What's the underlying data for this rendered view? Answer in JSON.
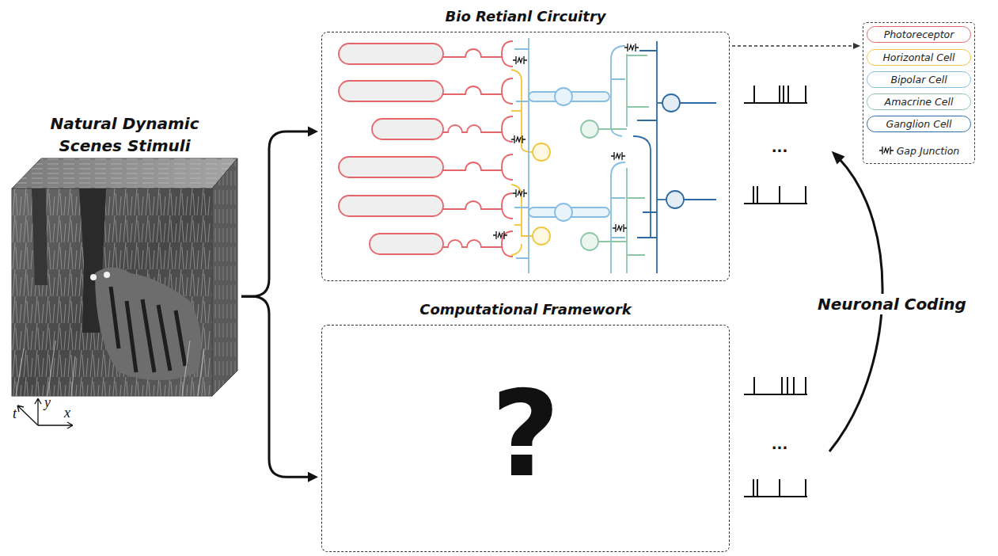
{
  "diagram": {
    "nodes": [
      {
        "text": [
          "Natural Dynamic Scenes Stimuli"
        ]
      },
      {
        "text": [
          "Bio Retianl Circuitry"
        ]
      },
      {
        "text": [
          "Computational Framework",
          "?"
        ]
      }
    ],
    "edges": [
      {
        "from": 0,
        "to": 1,
        "arrow": "to"
      },
      {
        "from": 0,
        "to": 2,
        "arrow": "to"
      }
    ],
    "labels": [
      "t",
      "y",
      "x",
      "...",
      "...",
      "Neuronal Coding"
    ],
    "legend": [
      {
        "text": "Photoreceptor",
        "color": "#e4666b"
      },
      {
        "text": "Horizontal Cell",
        "color": "#f0c640"
      },
      {
        "text": "Bipolar Cell",
        "color": "#86bde0"
      },
      {
        "text": "Amacrine Cell",
        "color": "#8ec6a8"
      },
      {
        "text": "Ganglion Cell",
        "color": "#2e6aa3"
      },
      {
        "text": "Gap Junction"
      }
    ]
  }
}
